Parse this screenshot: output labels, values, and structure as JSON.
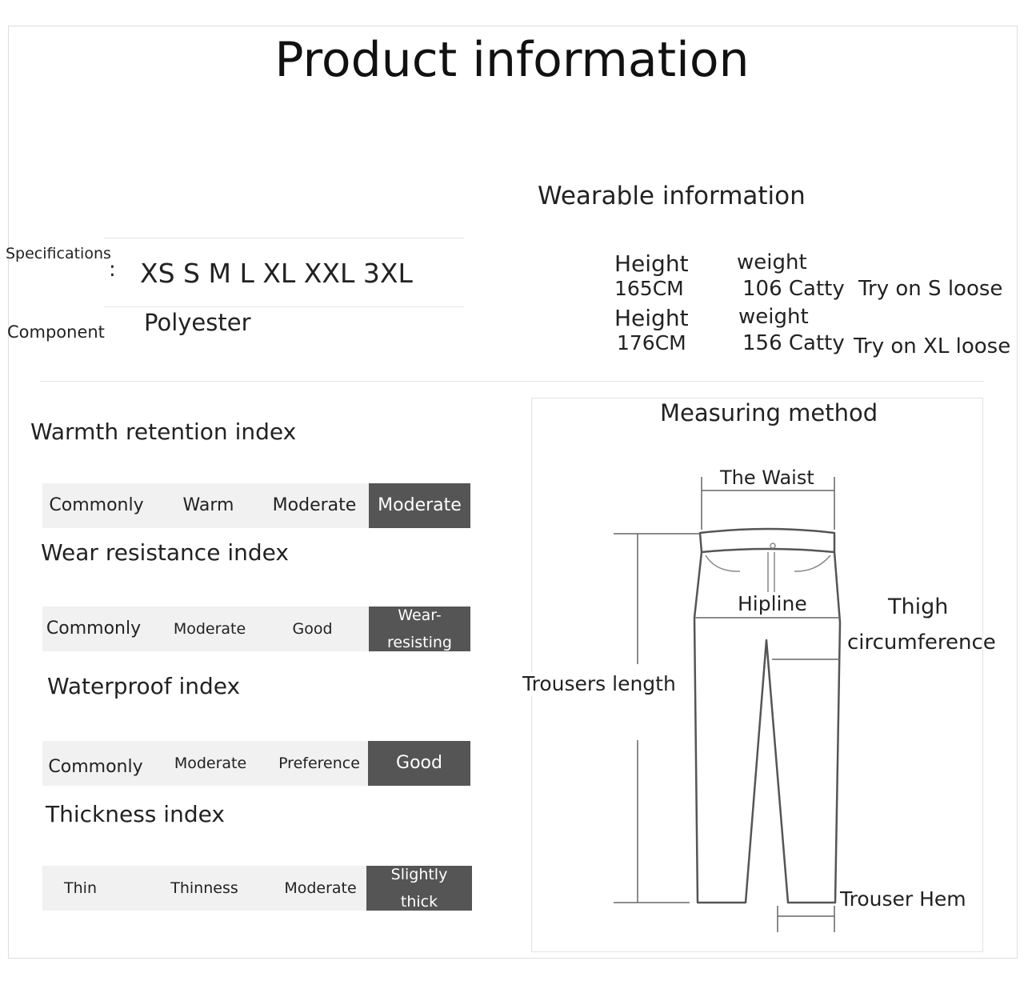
{
  "title": "Product information",
  "specs": {
    "specifications_label": "Specifications",
    "sizes": "XS S M L XL XXL 3XL",
    "component_label": "Component",
    "component_value": "Polyester"
  },
  "wearable": {
    "title": "Wearable information",
    "rows": [
      {
        "height_label": "Height",
        "height_value": "165CM",
        "weight_label": "weight",
        "weight_value": "106 Catty",
        "try_on": "Try on S loose"
      },
      {
        "height_label": "Height",
        "height_value": "176CM",
        "weight_label": "weight",
        "weight_value": "156 Catty",
        "try_on": "Try on XL loose"
      }
    ]
  },
  "indices": [
    {
      "title": "Warmth retention index",
      "options": [
        "Commonly",
        "Warm",
        "Moderate",
        "Moderate"
      ],
      "selected": 3
    },
    {
      "title": "Wear resistance index",
      "options": [
        "Commonly",
        "Moderate",
        "Good",
        "Wear-resisting"
      ],
      "selected": 3
    },
    {
      "title": "Waterproof index",
      "options": [
        "Commonly",
        "Moderate",
        "Preference",
        "Good"
      ],
      "selected": 3
    },
    {
      "title": "Thickness index",
      "options": [
        "Thin",
        "Thinness",
        "Moderate",
        "Slightly thick"
      ],
      "selected": 3
    }
  ],
  "measuring": {
    "title": "Measuring method",
    "waist": "The Waist",
    "hipline": "Hipline",
    "thigh_line1": "Thigh",
    "thigh_line2": "circumference",
    "length": "Trousers length",
    "hem": "Trouser Hem"
  },
  "colors": {
    "selected_cell": "#555555",
    "bar_bg": "#f1f1f1",
    "line": "#555555"
  }
}
